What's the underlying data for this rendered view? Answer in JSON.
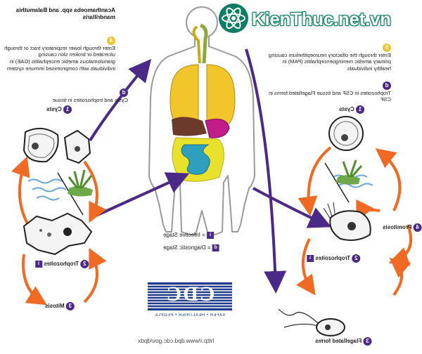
{
  "watermark": {
    "text": "KienThuc.net.vn",
    "logo_icon": "atom-icon",
    "color": "#0c7d63"
  },
  "left_panel": {
    "title": "Acanthamoeba spp. and Balamuthia mandrillaris",
    "step4_number": "4",
    "step4_text": "Enter through lower respiratory tract or through ulcerated or broken skin causing granulomatous amebic encephalitis (GAE) in individuals with compromised immune system",
    "stepd_letter": "d",
    "stepd_text": "Cysts and trophozoites in tissue"
  },
  "right_panel": {
    "step5_number": "5",
    "step5_text": "Enter through the olfactory neuroepithelium causing primary amebic meningoencephalitis (PAM) in healthy individuals",
    "stepd_letter": "d",
    "stepd_text": "Trophozoites in CSF and tissue Flagellated forms in CSF"
  },
  "left_cycle": {
    "cysts_number": "1",
    "cysts_label": "Cysts",
    "trophozoites_number": "2",
    "trophozoites_label": "Trophozoites",
    "trophozoites_infective": "i",
    "mitosis_number": "3",
    "mitosis_label": "Mitosis"
  },
  "right_cycle": {
    "cysts_number": "1",
    "cysts_label": "Cysts",
    "trophozoites_number": "2",
    "trophozoites_label": "Trophozoites",
    "trophozoites_infective": "i",
    "promitosis_number": "4",
    "promitosis_label": "Promitosis",
    "flagellated_number": "3",
    "flagellated_label": "Flagellated forms"
  },
  "legend": {
    "infective_letter": "i",
    "infective_label": "= Infective Stage",
    "diagnostic_letter": "d",
    "diagnostic_label": "= Diagnostic Stage"
  },
  "cdc": {
    "logo_text": "CDC",
    "tagline": "SAFER • HEALTHIER • PEOPLE",
    "url": "http://www.dpd.cdc.gov/dpdx"
  },
  "colors": {
    "purple": "#4a2a86",
    "orange": "#f06a24",
    "yellow": "#f2c230",
    "lung": "#f2c62a",
    "liver": "#6b3a2a",
    "stomach": "#c01c8a",
    "intestine_large": "#e9e22c",
    "intestine_small": "#2ea0bd",
    "body_outline": "#9a9a9a",
    "cdc_blue": "#1f3b8c"
  }
}
